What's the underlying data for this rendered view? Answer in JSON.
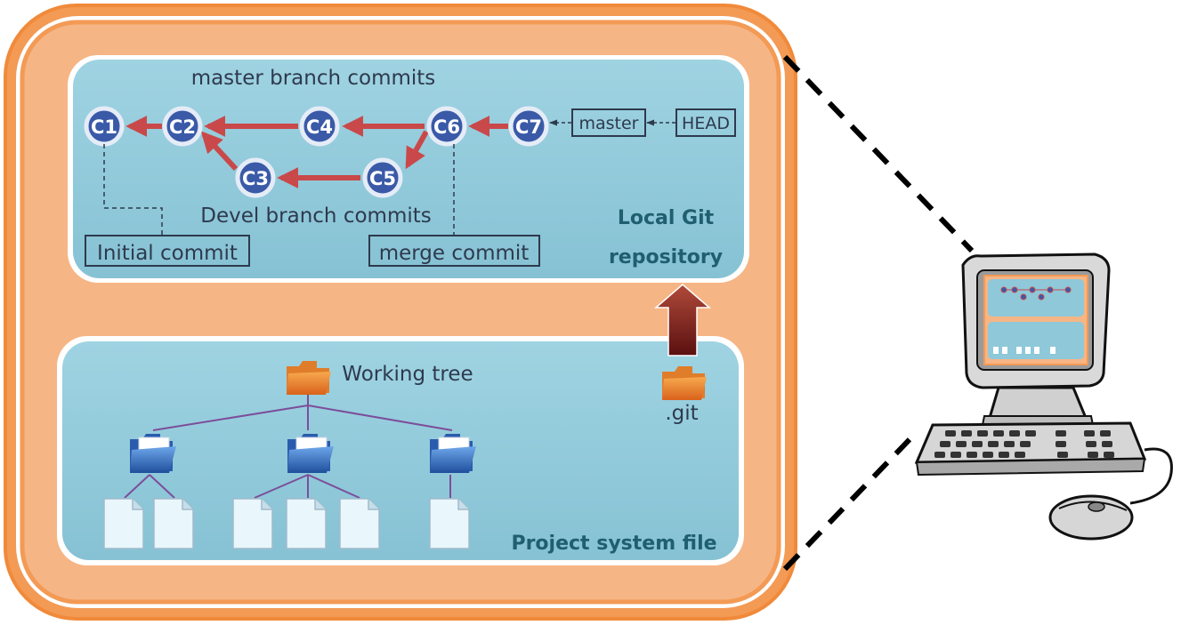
{
  "repository": {
    "title_line1": "Local Git",
    "title_line2": "repository",
    "master_branch_label": "master branch commits",
    "devel_branch_label": "Devel branch commits",
    "initial_commit_label": "Initial commit",
    "merge_commit_label": "merge commit",
    "master_pointer": "master",
    "head_pointer": "HEAD",
    "commits": [
      "C1",
      "C2",
      "C3",
      "C4",
      "C5",
      "C6",
      "C7"
    ]
  },
  "filesystem": {
    "title": "Project system file",
    "working_tree_label": "Working tree",
    "git_folder_label": ".git"
  },
  "colors": {
    "outer_frame": "#f39a55",
    "outer_fill": "#f6b585",
    "panel_fill": "#8ec8d9",
    "commit_node_fill": "#3a5aa8",
    "commit_node_ring": "#e5ecf7",
    "commit_arrow": "#c9494a",
    "tree_line": "#7c4e9a",
    "push_arrow": "#7a1f1f"
  },
  "icons": [
    "folder-icon",
    "file-icon",
    "computer-icon",
    "mouse-icon",
    "keyboard-icon"
  ]
}
